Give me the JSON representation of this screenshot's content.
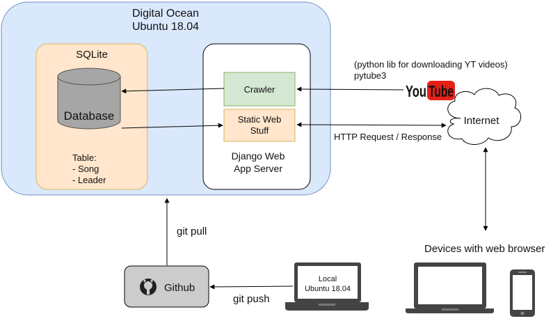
{
  "cloud_box": {
    "title_line1": "Digital Ocean",
    "title_line2": "Ubuntu 18.04"
  },
  "sqlite_box": {
    "title": "SQLite",
    "database_label": "Database",
    "table_title": "Table:",
    "table_items": [
      "- Song",
      "- Leader"
    ]
  },
  "server_box": {
    "crawler_label": "Crawler",
    "static_line1": "Static Web",
    "static_line2": "Stuff",
    "server_line1": "Django Web",
    "server_line2": "App Server"
  },
  "pytube_note": {
    "line1": "(python lib for downloading YT videos)",
    "line2": "pytube3"
  },
  "youtube_logo": {
    "you": "You",
    "tube": "Tube"
  },
  "internet_label": "Internet",
  "http_label": "HTTP Request / Response",
  "devices_label": "Devices with web browser",
  "github_label": "Github",
  "local_laptop": {
    "line1": "Local",
    "line2": "Ubuntu 18.04"
  },
  "git_pull_label": "git pull",
  "git_push_label": "git push",
  "colors": {
    "cloud_fill": "#dae8fc",
    "cloud_stroke": "#6c8ebf",
    "sqlite_fill": "#ffe6cc",
    "sqlite_stroke": "#d6b656",
    "crawler_fill": "#d5e8d4",
    "crawler_stroke": "#82b366",
    "db_fill": "#a6a6a6",
    "github_fill": "#cccccc",
    "youtube_red": "#e62117"
  }
}
